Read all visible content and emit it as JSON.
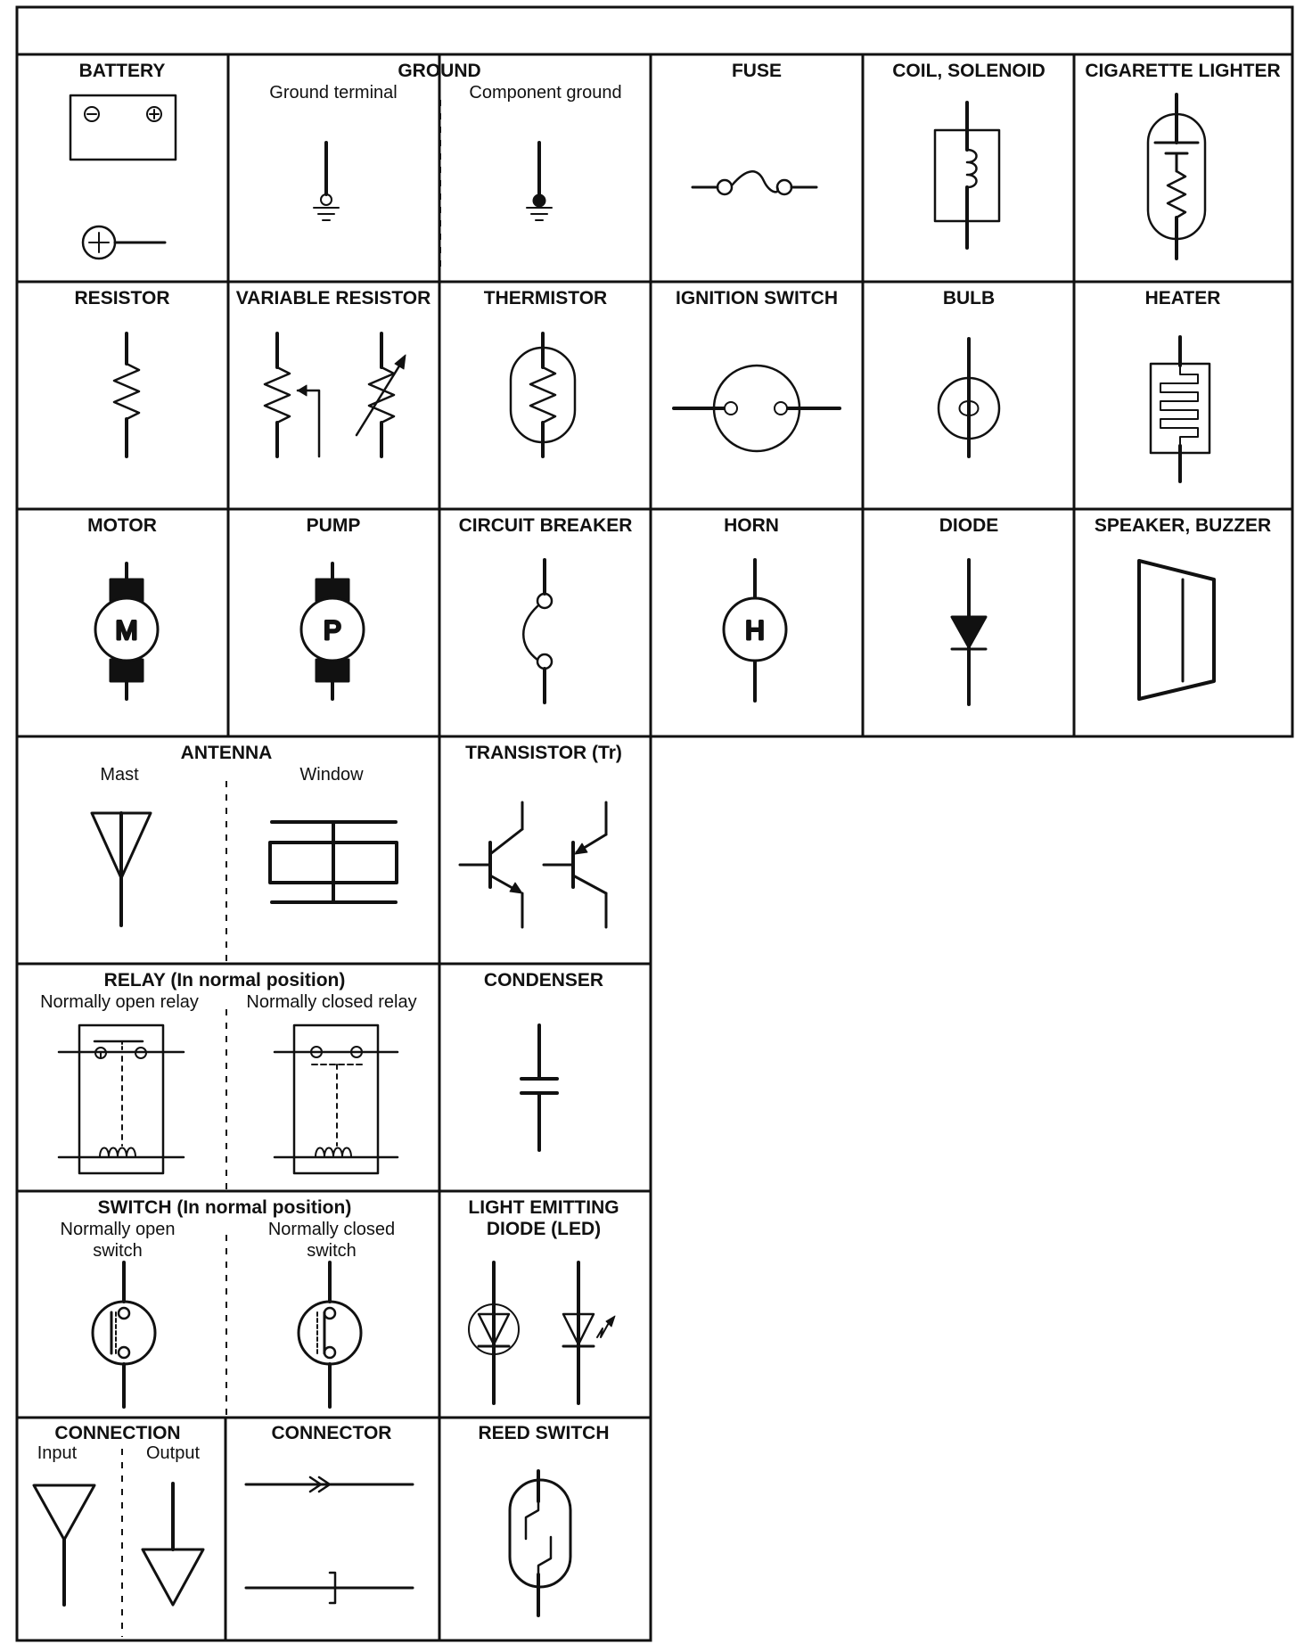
{
  "symbols": {
    "battery": {
      "title": "BATTERY"
    },
    "ground": {
      "title": "GROUND",
      "sub_left": "Ground terminal",
      "sub_right": "Component ground"
    },
    "fuse": {
      "title": "FUSE"
    },
    "coil": {
      "title": "COIL, SOLENOID"
    },
    "lighter": {
      "title": "CIGARETTE LIGHTER"
    },
    "resistor": {
      "title": "RESISTOR"
    },
    "varres": {
      "title": "VARIABLE RESISTOR"
    },
    "thermistor": {
      "title": "THERMISTOR"
    },
    "ignition": {
      "title": "IGNITION SWITCH"
    },
    "bulb": {
      "title": "BULB"
    },
    "heater": {
      "title": "HEATER"
    },
    "motor": {
      "title": "MOTOR",
      "letter": "M"
    },
    "pump": {
      "title": "PUMP",
      "letter": "P"
    },
    "breaker": {
      "title": "CIRCUIT BREAKER"
    },
    "horn": {
      "title": "HORN",
      "letter": "H"
    },
    "diode": {
      "title": "DIODE"
    },
    "speaker": {
      "title": "SPEAKER, BUZZER"
    },
    "antenna": {
      "title": "ANTENNA",
      "sub_left": "Mast",
      "sub_right": "Window"
    },
    "transistor": {
      "title": "TRANSISTOR (Tr)"
    },
    "relay": {
      "title": "RELAY (In normal position)",
      "sub_left": "Normally open relay",
      "sub_right": "Normally closed relay"
    },
    "condenser": {
      "title": "CONDENSER"
    },
    "switch": {
      "title": "SWITCH (In normal position)",
      "sub_left_1": "Normally open",
      "sub_left_2": "switch",
      "sub_right_1": "Normally closed",
      "sub_right_2": "switch"
    },
    "led": {
      "title_1": "LIGHT EMITTING",
      "title_2": "DIODE (LED)"
    },
    "connection": {
      "title": "CONNECTION",
      "sub_left": "Input",
      "sub_right": "Output"
    },
    "connector": {
      "title": "CONNECTOR"
    },
    "reed": {
      "title": "REED SWITCH"
    }
  }
}
